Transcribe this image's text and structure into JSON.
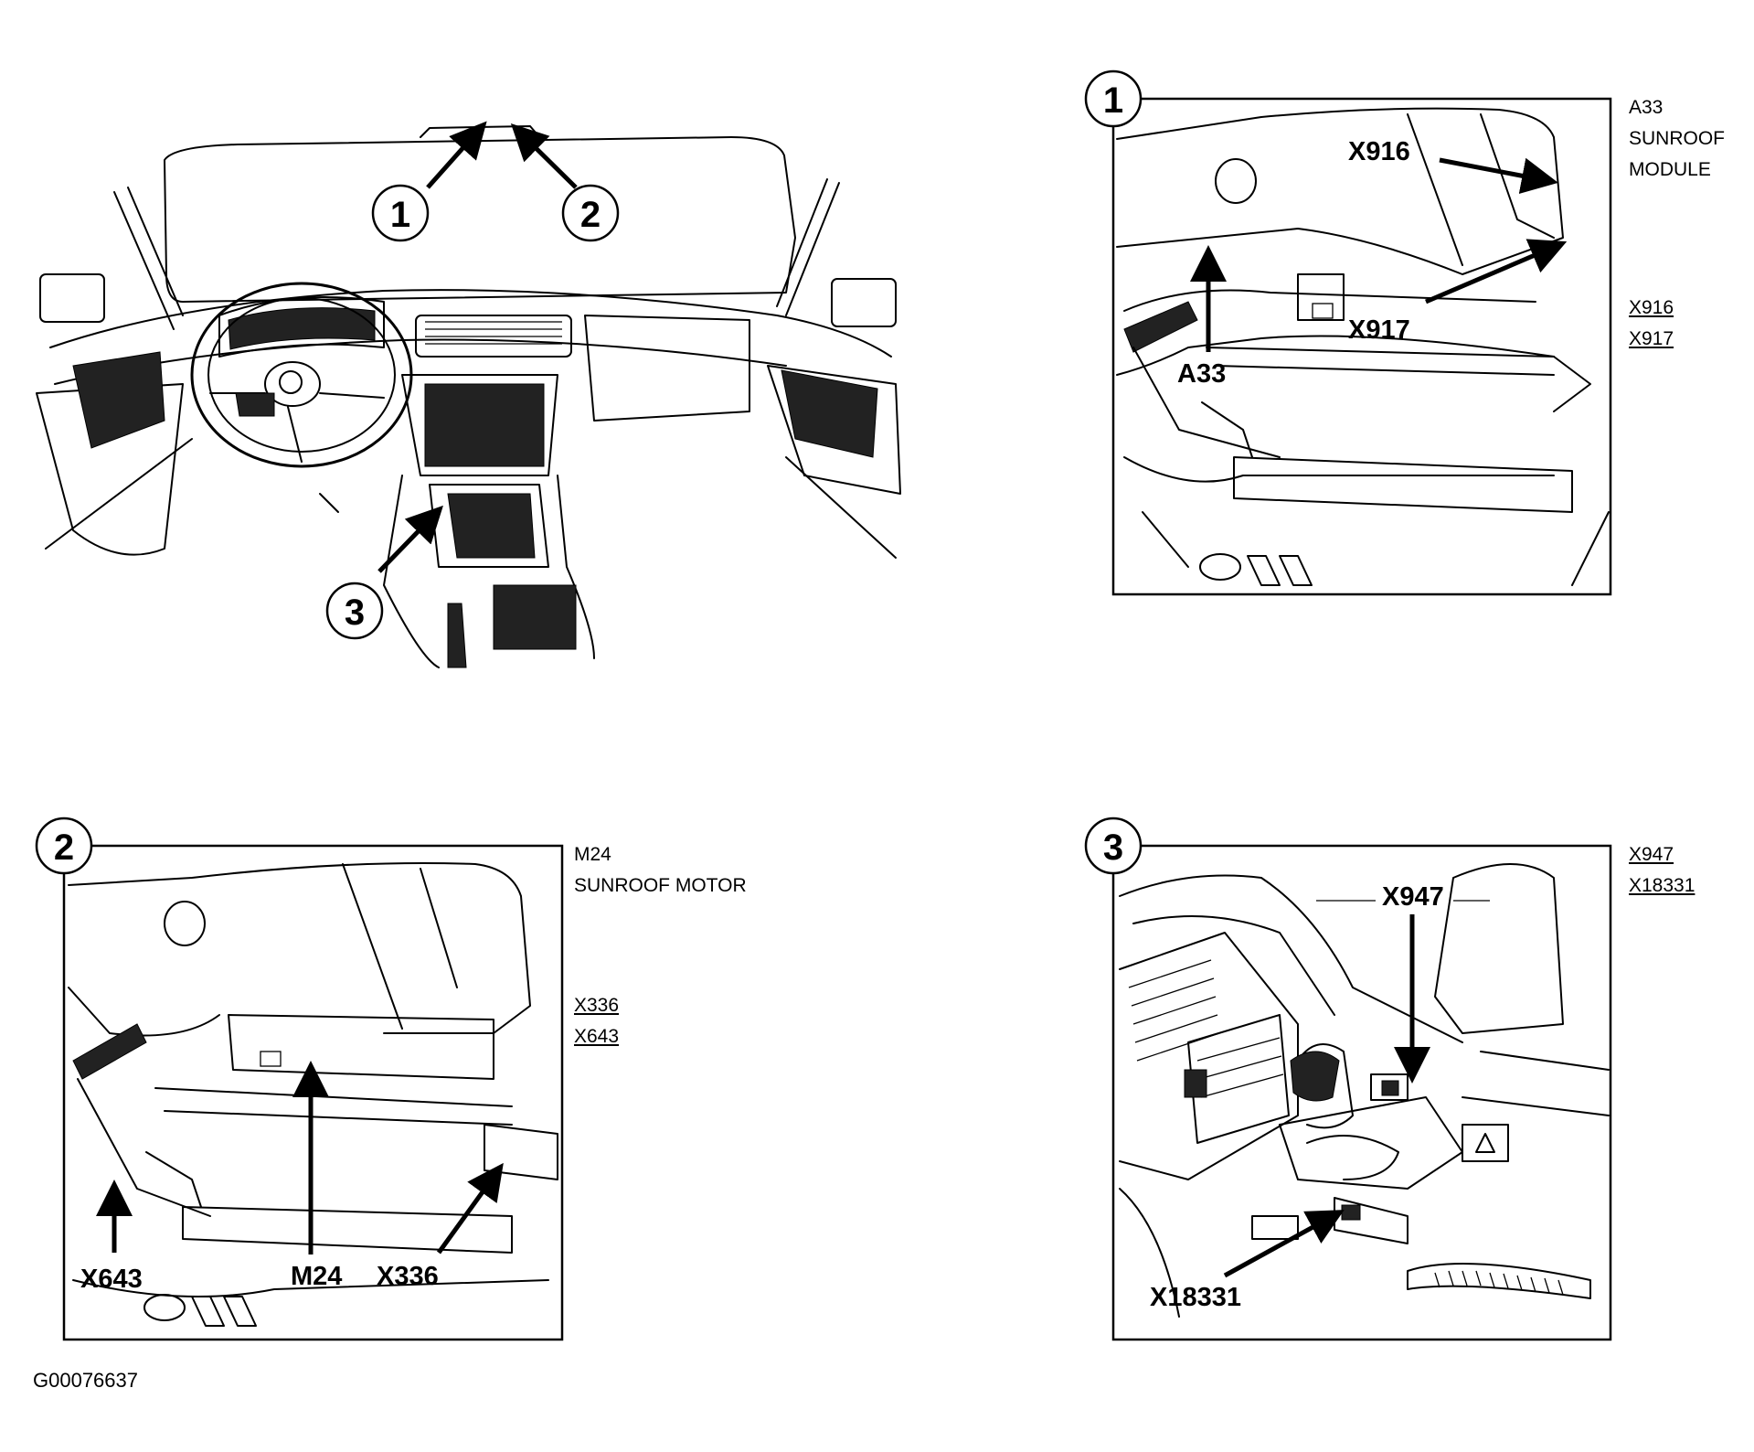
{
  "overview": {
    "callouts": [
      "1",
      "2",
      "3"
    ]
  },
  "panel1": {
    "number": "1",
    "side_title": [
      "A33",
      "SUNROOF",
      "MODULE"
    ],
    "side_connectors": [
      "X916",
      "X917"
    ],
    "labels": {
      "x916": "X916",
      "x917": "X917",
      "a33": "A33"
    }
  },
  "panel2": {
    "number": "2",
    "side_title": [
      "M24",
      "SUNROOF MOTOR"
    ],
    "side_connectors": [
      "X336",
      "X643"
    ],
    "labels": {
      "x643": "X643",
      "m24": "M24",
      "x336": "X336"
    }
  },
  "panel3": {
    "number": "3",
    "side_connectors": [
      "X947",
      "X18331"
    ],
    "labels": {
      "x947": "X947",
      "x18331": "X18331"
    }
  },
  "document_id": "G00076637"
}
